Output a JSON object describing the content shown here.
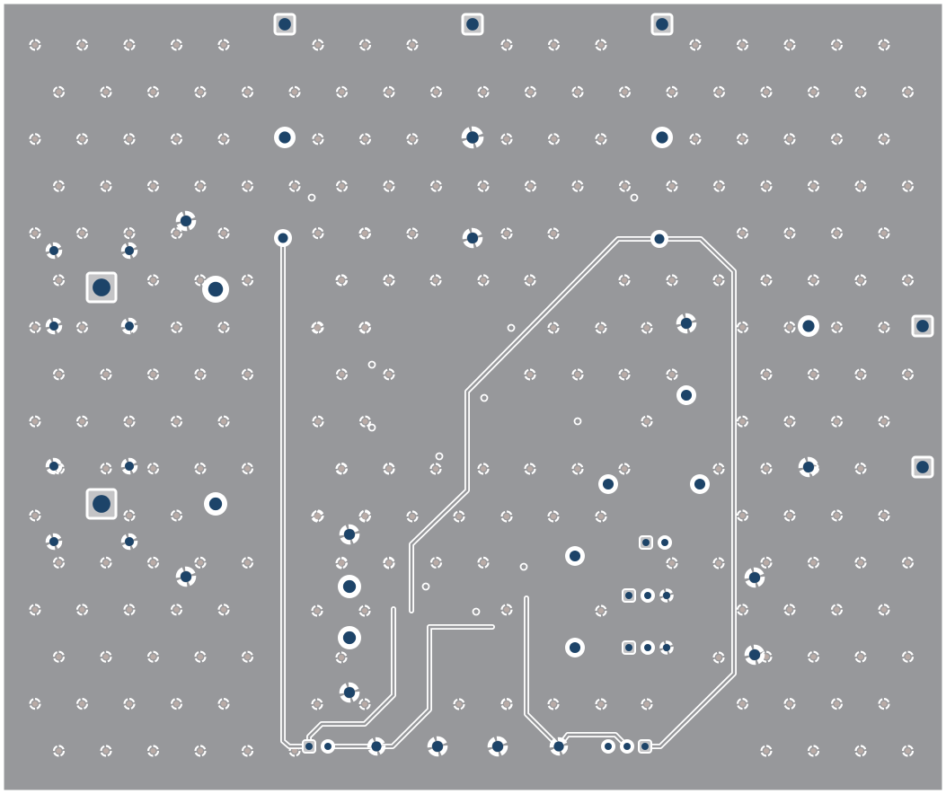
{
  "board": {
    "view": "pcb-layer-layout",
    "colors": {
      "outline": "#ffffff",
      "copper_pour": "#97989b",
      "drill": "#1d4469",
      "stitch_via_center": "#b9aba6",
      "pad_square_fill": "#c4c4c6",
      "trace": "#ffffff"
    },
    "element_kinds": [
      "square-pad",
      "round-pad",
      "thermal-pad",
      "small-via",
      "stitching-via",
      "trace"
    ]
  }
}
